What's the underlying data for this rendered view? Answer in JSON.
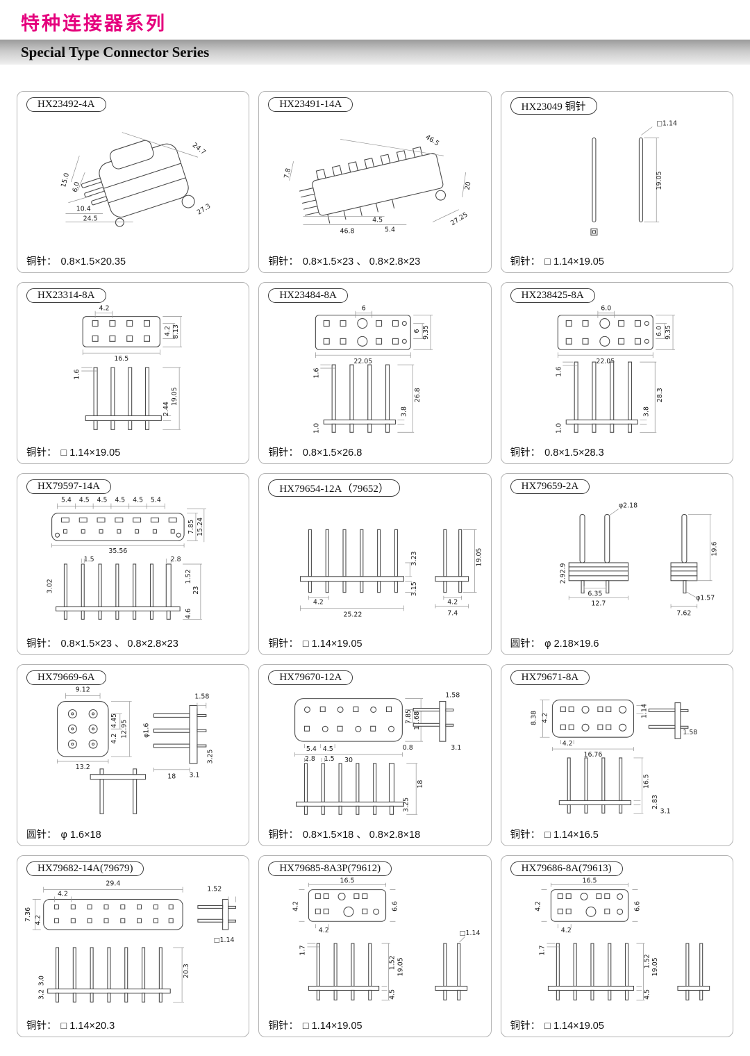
{
  "page": {
    "title_cn": "特种连接器系列",
    "title_en": "Special Type Connector Series",
    "accent_color": "#e5007d"
  },
  "cells": [
    {
      "id": "HX23492-4A",
      "spec_label": "铜针：",
      "spec_value": "0.8×1.5×20.35",
      "dims": [
        "24.7",
        "15.0",
        "6.0",
        "10.4",
        "24.5",
        "27.3"
      ]
    },
    {
      "id": "HX23491-14A",
      "spec_label": "铜针：",
      "spec_value": "0.8×1.5×23 、 0.8×2.8×23",
      "dims": [
        "46.5",
        "7.8",
        "20",
        "46.8",
        "4.5",
        "5.4",
        "27.25"
      ]
    },
    {
      "id": "HX23049 铜针",
      "spec_label": "铜针：",
      "spec_value": "□ 1.14×19.05",
      "dims": [
        "□1.14",
        "19.05"
      ]
    },
    {
      "id": "HX23314-8A",
      "spec_label": "铜针：",
      "spec_value": "□ 1.14×19.05",
      "dims": [
        "4.2",
        "4.2",
        "8.13",
        "16.5",
        "1.6",
        "19.05",
        "2.44"
      ]
    },
    {
      "id": "HX23484-8A",
      "spec_label": "铜针：",
      "spec_value": "0.8×1.5×26.8",
      "dims": [
        "6",
        "6",
        "9.35",
        "22.05",
        "1.6",
        "1.0",
        "26.8",
        "3.8"
      ]
    },
    {
      "id": "HX238425-8A",
      "spec_label": "铜针：",
      "spec_value": "0.8×1.5×28.3",
      "dims": [
        "6.0",
        "6.0",
        "9.35",
        "22.05",
        "1.6",
        "1.0",
        "28.3",
        "3.8"
      ]
    },
    {
      "id": "HX79597-14A",
      "spec_label": "铜针：",
      "spec_value": "0.8×1.5×23 、 0.8×2.8×23",
      "dims": [
        "5.4",
        "4.5",
        "4.5",
        "4.5",
        "4.5",
        "5.4",
        "7.85",
        "15.24",
        "35.56",
        "1.5",
        "2.8",
        "3.02",
        "1.52",
        "23",
        "4.6"
      ]
    },
    {
      "id": "HX79654-12A（79652）",
      "spec_label": "铜针：",
      "spec_value": "□ 1.14×19.05",
      "dims": [
        "3.23",
        "4.2",
        "25.22",
        "3.15",
        "19.05",
        "4.2",
        "7.4"
      ]
    },
    {
      "id": "HX79659-2A",
      "spec_label": "圆针：",
      "spec_value": "φ 2.18×19.6",
      "dims": [
        "φ2.18",
        "2.9",
        "2.9",
        "6.35",
        "12.7",
        "19.6",
        "φ1.57",
        "7.62"
      ]
    },
    {
      "id": "HX79669-6A",
      "spec_label": "圆针：",
      "spec_value": "φ 1.6×18",
      "dims": [
        "9.12",
        "4.45",
        "4.2",
        "12.95",
        "13.2",
        "1.58",
        "φ1.6",
        "3.1",
        "3.25",
        "18"
      ]
    },
    {
      "id": "HX79670-12A",
      "spec_label": "铜针：",
      "spec_value": "0.8×1.5×18 、 0.8×2.8×18",
      "dims": [
        "7.85",
        "11.68",
        "5.4",
        "4.5",
        "30",
        "0.8",
        "1.58",
        "3.1",
        "2.8",
        "1.5",
        "18",
        "3.25"
      ]
    },
    {
      "id": "HX79671-8A",
      "spec_label": "铜针：",
      "spec_value": "□ 1.14×16.5",
      "dims": [
        "8.38",
        "4.2",
        "4.2",
        "16.76",
        "1.14",
        "1.58",
        "16.5",
        "2.83",
        "3.1"
      ]
    },
    {
      "id": "HX79682-14A(79679)",
      "spec_label": "铜针：",
      "spec_value": "□ 1.14×20.3",
      "dims": [
        "29.4",
        "4.2",
        "7.36",
        "4.2",
        "1.52",
        "□1.14",
        "20.3",
        "3.0",
        "3.2"
      ]
    },
    {
      "id": "HX79685-8A3P(79612)",
      "spec_label": "铜针：",
      "spec_value": "□ 1.14×19.05",
      "dims": [
        "16.5",
        "4.2",
        "6.6",
        "4.2",
        "□1.14",
        "1.7",
        "1.52",
        "19.05",
        "4.5"
      ]
    },
    {
      "id": "HX79686-8A(79613)",
      "spec_label": "铜针：",
      "spec_value": "□ 1.14×19.05",
      "dims": [
        "16.5",
        "4.2",
        "6.6",
        "4.2",
        "1.7",
        "1.52",
        "19.05",
        "4.5"
      ]
    }
  ]
}
